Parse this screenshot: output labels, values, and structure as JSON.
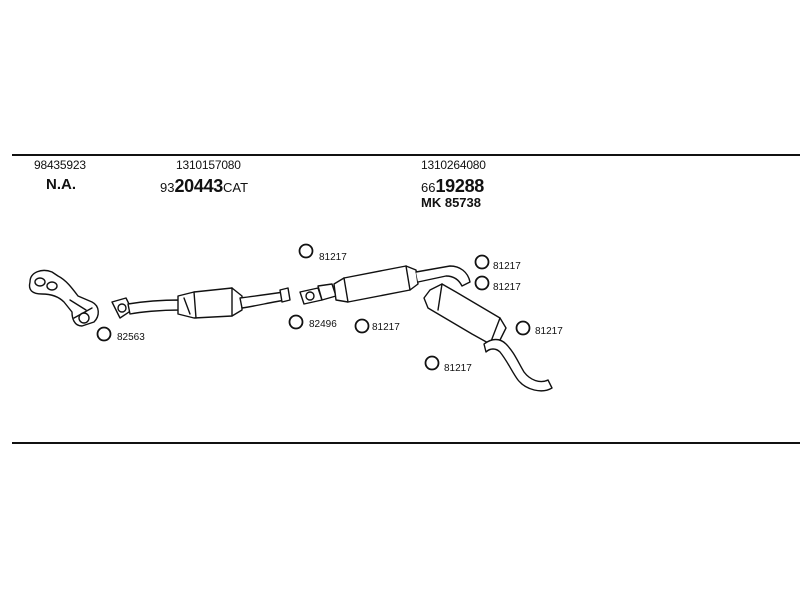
{
  "columns": [
    {
      "part_number": "98435923",
      "label": "N.A."
    },
    {
      "part_number": "1310157080",
      "code_prefix": "93",
      "code_main": "20443",
      "code_suffix": "CAT"
    },
    {
      "part_number": "1310264080",
      "code_prefix": "66",
      "code_main": "19288",
      "mk_prefix": "MK",
      "mk_number": "85738"
    }
  ],
  "clamps": [
    {
      "id": "c1",
      "label": "82563"
    },
    {
      "id": "c2",
      "label": "82496"
    },
    {
      "id": "c3",
      "label": "81217"
    },
    {
      "id": "c4",
      "label": "81217"
    },
    {
      "id": "c5",
      "label": "81217"
    },
    {
      "id": "c6",
      "label": "81217"
    },
    {
      "id": "c7",
      "label": "81217"
    },
    {
      "id": "c8",
      "label": "81217"
    }
  ]
}
